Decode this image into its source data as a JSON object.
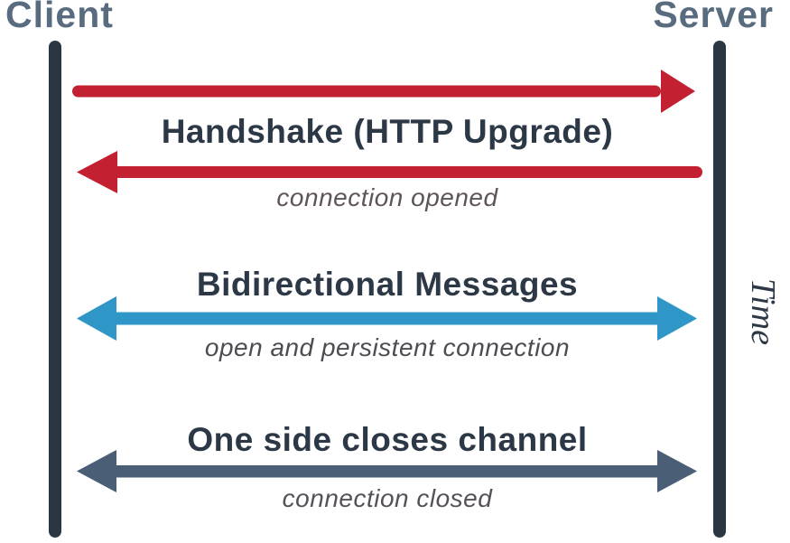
{
  "endpoints": {
    "left": "Client",
    "right": "Server"
  },
  "axis": {
    "label": "Time"
  },
  "colors": {
    "background": "#ffffff",
    "lifeline": "#2b3643",
    "endpoint_label": "#596b7e",
    "heading": "#2c3845",
    "red": "#c32132",
    "blue": "#2e97c8",
    "slate": "#4a5e76"
  },
  "messages": [
    {
      "title": "Handshake (HTTP Upgrade)",
      "caption": "connection opened",
      "arrows": [
        "client-to-server",
        "server-to-client"
      ],
      "color": "#c32132",
      "caption_color": "#5e5459"
    },
    {
      "title": "Bidirectional Messages",
      "caption": "open and persistent connection",
      "arrows": [
        "bidirectional"
      ],
      "color": "#2e97c8",
      "caption_color": "#4e4b53"
    },
    {
      "title": "One side closes channel",
      "caption": "connection closed",
      "arrows": [
        "bidirectional"
      ],
      "color": "#4a5e76",
      "caption_color": "#565158"
    }
  ]
}
